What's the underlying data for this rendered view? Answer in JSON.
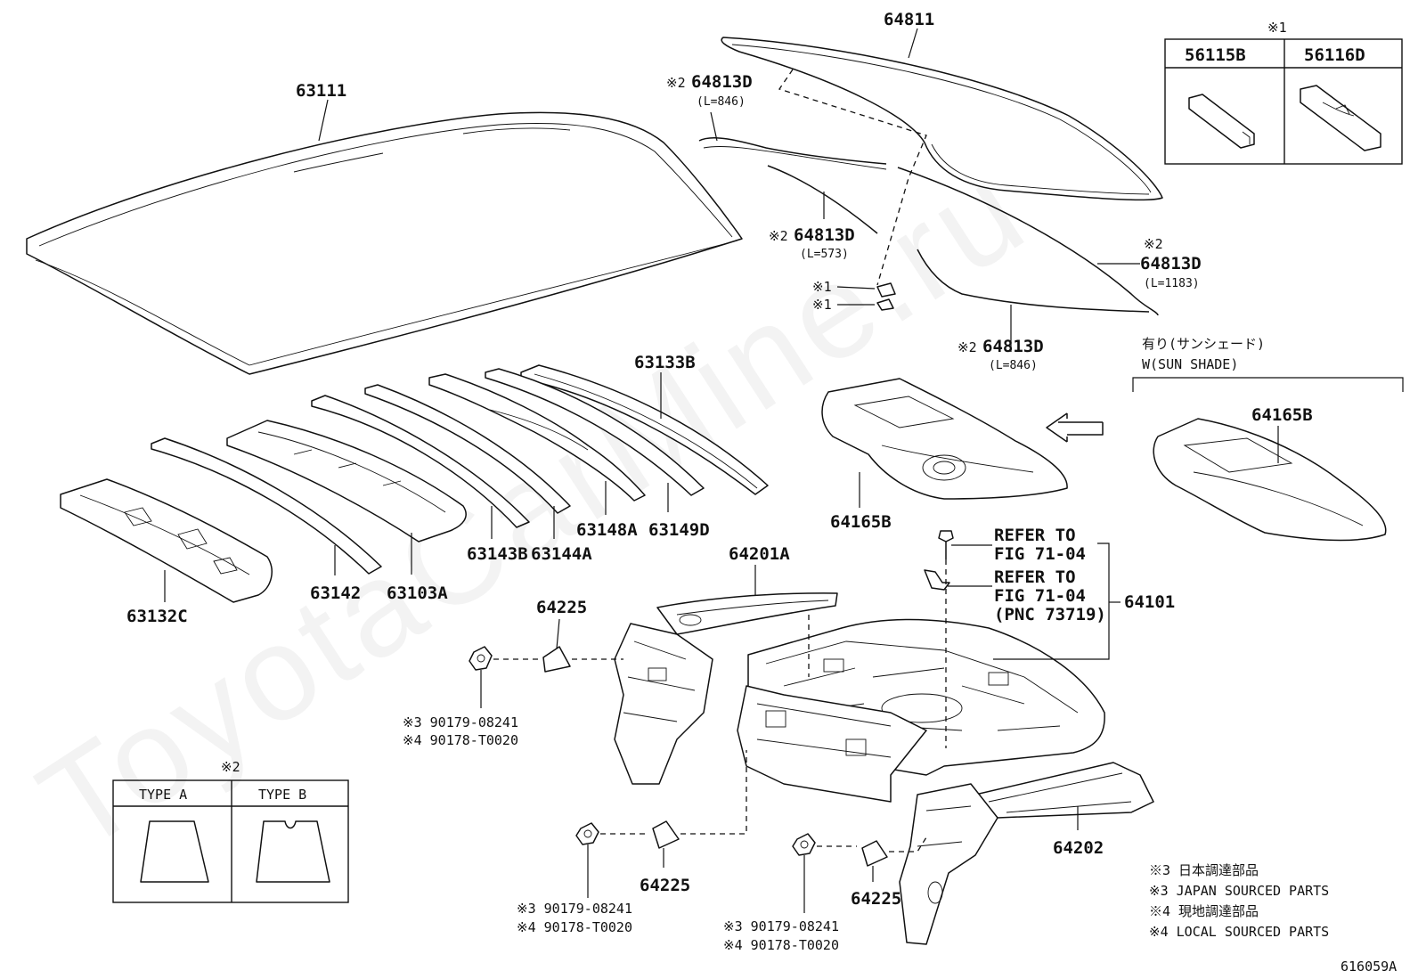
{
  "watermark": "ToyotaCarMine.ru",
  "figure_id": "616059A",
  "parts": {
    "roof_panel": "63111",
    "back_window_glass": "64811",
    "dam_upper_1": "64813D",
    "dam_upper_1_prefix": "※2",
    "dam_upper_1_len": "(L=846)",
    "dam_mid": "64813D",
    "dam_mid_prefix": "※2",
    "dam_mid_len": "(L=573)",
    "dam_right": "64813D",
    "dam_right_prefix": "※2",
    "dam_right_len": "(L=1183)",
    "dam_lower": "64813D",
    "dam_lower_prefix": "※2",
    "dam_lower_len": "(L=846)",
    "mark_1a": "※1",
    "mark_1b": "※1",
    "bow_1": "63133B",
    "bow_2": "63148A",
    "bow_3": "63149D",
    "bow_4": "63144A",
    "bow_5": "63143B",
    "bow_6": "63103A",
    "bow_7": "63142",
    "header_front": "63132C",
    "package_tray_trim": "64165B",
    "package_tray_trim_option": "64165B",
    "sunshade_jp": "有り(サンシェード)",
    "sunshade_en": "W(SUN SHADE)",
    "tray_panel_upper": "64201A",
    "gusset_upper": "64225",
    "gusset_lower_left": "64225",
    "gusset_lower_right": "64225",
    "tray_panel_main": "64101",
    "tray_panel_right": "64202",
    "refer_1_line1": "REFER TO",
    "refer_1_line2": "FIG 71-04",
    "refer_2_line1": "REFER TO",
    "refer_2_line2": "FIG 71-04",
    "refer_2_line3": "(PNC 73719)",
    "nut_a_line1": "※3 90179-08241",
    "nut_a_line2": "※4 90178-T0020",
    "nut_b_line1": "※3 90179-08241",
    "nut_b_line2": "※4 90178-T0020",
    "nut_c_line1": "※3 90179-08241",
    "nut_c_line2": "※4 90178-T0020"
  },
  "emblem_table": {
    "mark": "※1",
    "col1": "56115B",
    "col2": "56116D"
  },
  "type_table": {
    "mark": "※2",
    "col1": "TYPE A",
    "col2": "TYPE B"
  },
  "legend": [
    "※3 日本調達部品",
    "※3 JAPAN SOURCED PARTS",
    "※4 現地調達部品",
    "※4 LOCAL SOURCED PARTS"
  ]
}
